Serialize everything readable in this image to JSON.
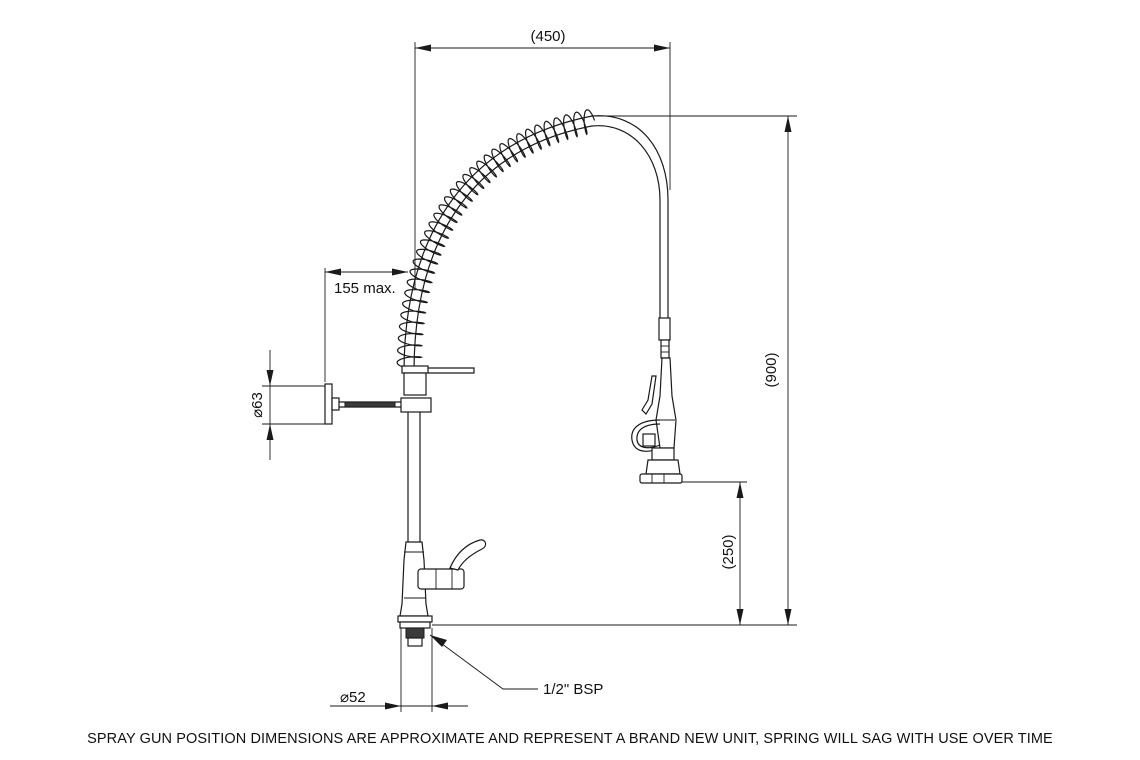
{
  "dimensions": {
    "overall_width": "(450)",
    "overall_height": "(900)",
    "gun_height": "(250)",
    "wall_offset": "155 max.",
    "wall_bracket_diameter": "⌀63",
    "base_diameter": "⌀52",
    "inlet_thread": "1/2\" BSP"
  },
  "note": "SPRAY GUN POSITION DIMENSIONS ARE APPROXIMATE AND REPRESENT A BRAND NEW UNIT, SPRING WILL SAG WITH USE OVER TIME"
}
